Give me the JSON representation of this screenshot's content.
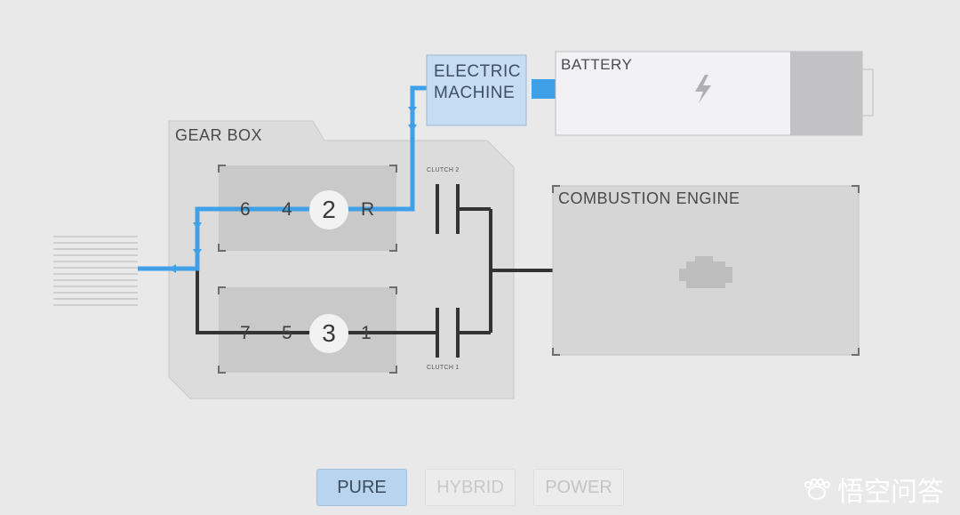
{
  "gearbox": {
    "title": "GEAR BOX",
    "upper_shaft": {
      "gears": [
        "6",
        "4",
        "2",
        "R"
      ],
      "active": "2"
    },
    "lower_shaft": {
      "gears": [
        "7",
        "5",
        "3",
        "1"
      ],
      "active": "3"
    }
  },
  "clutches": {
    "clutch2": "CLUTCH 2",
    "clutch1": "CLUTCH 1"
  },
  "electric_machine": {
    "line1": "ELECTRIC",
    "line2": "MACHINE"
  },
  "battery": {
    "label": "BATTERY"
  },
  "engine": {
    "label": "COMBUSTION ENGINE"
  },
  "modes": {
    "pure": "PURE",
    "hybrid": "HYBRID",
    "power": "POWER",
    "active": "PURE"
  },
  "watermark": {
    "text": "悟空问答"
  },
  "colors": {
    "power_flow": "#3fa0e8",
    "shaft": "#333333",
    "panel": "#d9d9d9",
    "electric_machine": "#c6dcf2"
  },
  "icons": [
    "lightning-bolt-icon",
    "engine-icon",
    "paw-icon"
  ]
}
